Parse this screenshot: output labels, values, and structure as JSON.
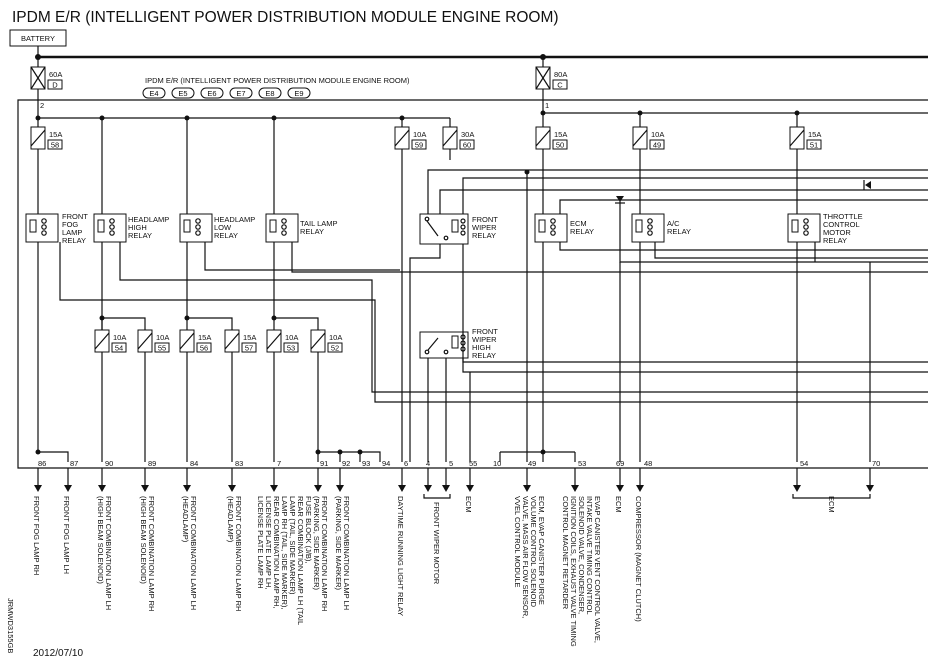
{
  "title": "IPDM E/R (INTELLIGENT POWER DISTRIBUTION MODULE ENGINE ROOM)",
  "battery_label": "BATTERY",
  "module_label": "IPDM E/R (INTELLIGENT POWER DISTRIBUTION MODULE ENGINE ROOM)",
  "connectors": [
    "E4",
    "E5",
    "E6",
    "E7",
    "E8",
    "E9"
  ],
  "main_fuses": [
    {
      "amp": "60A",
      "id": "D",
      "node": "2"
    },
    {
      "amp": "80A",
      "id": "C",
      "node": "1"
    }
  ],
  "upper_fuses": [
    {
      "amp": "15A",
      "id": "58"
    },
    {
      "amp": "10A",
      "id": "59"
    },
    {
      "amp": "30A",
      "id": "60"
    },
    {
      "amp": "15A",
      "id": "50"
    },
    {
      "amp": "10A",
      "id": "49"
    },
    {
      "amp": "15A",
      "id": "51"
    }
  ],
  "lower_fuses": [
    {
      "amp": "10A",
      "id": "54"
    },
    {
      "amp": "10A",
      "id": "55"
    },
    {
      "amp": "15A",
      "id": "56"
    },
    {
      "amp": "15A",
      "id": "57"
    },
    {
      "amp": "10A",
      "id": "53"
    },
    {
      "amp": "10A",
      "id": "52"
    }
  ],
  "relays": [
    {
      "name": "front-fog-lamp",
      "lines": [
        "FRONT",
        "FOG",
        "LAMP",
        "RELAY"
      ]
    },
    {
      "name": "headlamp-high",
      "lines": [
        "HEADLAMP",
        "HIGH",
        "RELAY"
      ]
    },
    {
      "name": "headlamp-low",
      "lines": [
        "HEADLAMP",
        "LOW",
        "RELAY"
      ]
    },
    {
      "name": "tail-lamp",
      "lines": [
        "TAIL LAMP",
        "RELAY"
      ]
    },
    {
      "name": "front-wiper",
      "lines": [
        "FRONT",
        "WIPER",
        "RELAY"
      ]
    },
    {
      "name": "ecm",
      "lines": [
        "ECM",
        "RELAY"
      ]
    },
    {
      "name": "ac",
      "lines": [
        "A/C",
        "RELAY"
      ]
    },
    {
      "name": "throttle-control-motor",
      "lines": [
        "THROTTLE",
        "CONTROL",
        "MOTOR",
        "RELAY"
      ]
    },
    {
      "name": "front-wiper-high",
      "lines": [
        "FRONT",
        "WIPER",
        "HIGH",
        "RELAY"
      ]
    }
  ],
  "pins": [
    "86",
    "87",
    "90",
    "89",
    "84",
    "83",
    "7",
    "91",
    "92",
    "93",
    "94",
    "6",
    "4",
    "5",
    "55",
    "10",
    "49",
    "53",
    "69",
    "48",
    "54",
    "70"
  ],
  "outputs": [
    {
      "name": "front-fog-lamp-rh",
      "lines": [
        "FRONT FOG LAMP RH"
      ]
    },
    {
      "name": "front-fog-lamp-lh",
      "lines": [
        "FRONT FOG LAMP LH"
      ]
    },
    {
      "name": "front-combination-lamp-lh-high",
      "lines": [
        "FRONT COMBINATION LAMP LH",
        "(HIGH BEAM SOLENOID)"
      ]
    },
    {
      "name": "front-combination-lamp-rh-high",
      "lines": [
        "FRONT COMBINATION LAMP RH",
        "(HIGH BEAM SOLENOID)"
      ]
    },
    {
      "name": "front-combination-lamp-lh-headlamp",
      "lines": [
        "FRONT COMBINATION LAMP LH",
        "(HEADLAMP)"
      ]
    },
    {
      "name": "front-combination-lamp-rh-headlamp",
      "lines": [
        "FRONT COMBINATION LAMP RH",
        "(HEADLAMP)"
      ]
    },
    {
      "name": "fuse-block-tail",
      "lines": [
        "FUSE BLOCK (J/B),",
        "REAR COMBINATION LAMP LH (TAIL",
        "LAMP (TAIL, SIDE MARKER)",
        "LAMP RH (TAIL, SIDE MARKER),",
        "REAR COMBINATION LAMP RH,",
        "LICENSE PLATE LAMP LH,",
        "LICENSE PLATE LAMP RH"
      ]
    },
    {
      "name": "front-combination-lamp-rh-parking",
      "lines": [
        "FRONT COMBINATION LAMP RH",
        "(PARKING, SIDE MARKER)"
      ]
    },
    {
      "name": "front-combination-lamp-lh-parking",
      "lines": [
        "FRONT COMBINATION LAMP LH",
        "(PARKING, SIDE MARKER)"
      ]
    },
    {
      "name": "daytime-running-light-relay",
      "lines": [
        "DAYTIME RUNNING LIGHT RELAY"
      ]
    },
    {
      "name": "front-wiper-motor",
      "lines": [
        "FRONT WIPER MOTOR"
      ]
    },
    {
      "name": "ecm-1",
      "lines": [
        "ECM"
      ]
    },
    {
      "name": "ecm-evap",
      "lines": [
        "ECM, EVAP CANISTER PURGE",
        "VOLUME CONTROL SOLENOID",
        "VALVE, MASS AIR FLOW SENSOR,",
        "VVEL CONTROL MODULE"
      ]
    },
    {
      "name": "evap-canister-vent",
      "lines": [
        "EVAP CANISTER VENT CONTROL VALVE,",
        "INTAKE VALVE TIMING CONTROL",
        "SOLENOID VALVE, CONDENSER,",
        "IGNITION COILS, EXHAUST VALVE TIMING",
        "CONTROL MAGNET RETARDER"
      ]
    },
    {
      "name": "ecm-2",
      "lines": [
        "ECM"
      ]
    },
    {
      "name": "compressor",
      "lines": [
        "COMPRESSOR (MAGNET CLUTCH)"
      ]
    },
    {
      "name": "ecm-3",
      "lines": [
        "ECM"
      ]
    }
  ],
  "footer": {
    "code": "JRMWD3155GB",
    "date": "2012/07/10"
  }
}
